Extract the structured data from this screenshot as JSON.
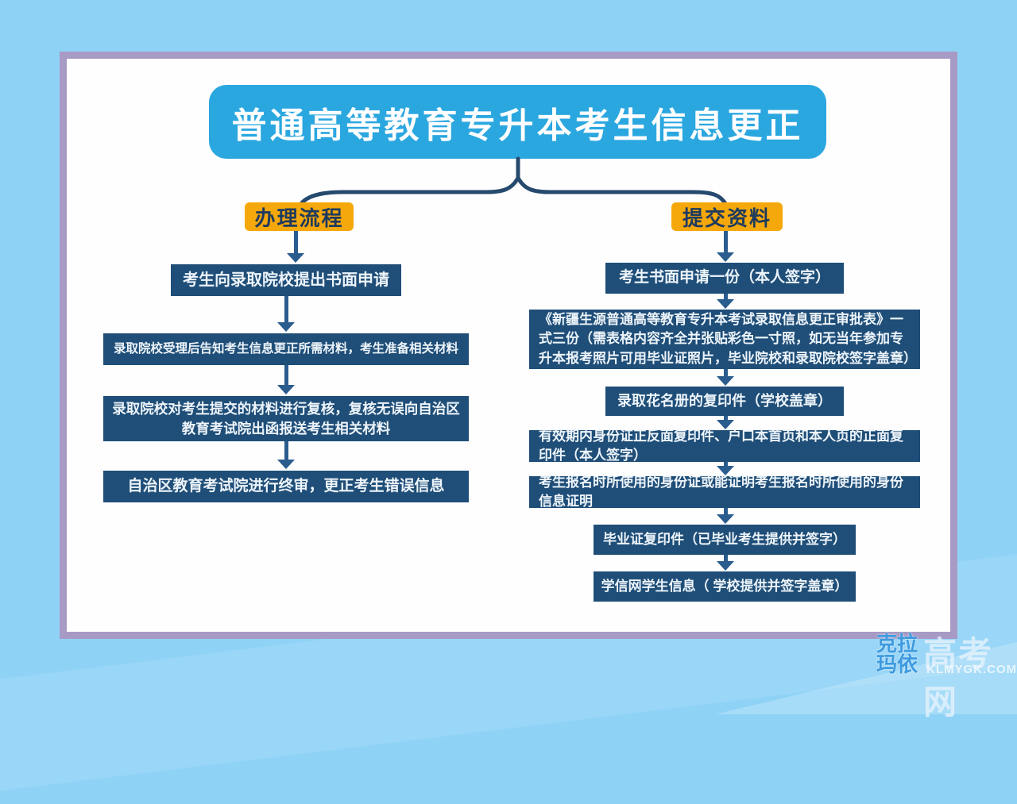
{
  "title": "普通高等教育专升本考生信息更正",
  "branches": [
    {
      "label": "办理流程",
      "steps": [
        "考生向录取院校提出书面申请",
        "录取院校受理后告知考生信息更正所需材料，考生准备相关材料",
        "录取院校对考生提交的材料进行复核，复核无误向自治区教育考试院出函报送考生相关材料",
        "自治区教育考试院进行终审，更正考生错误信息"
      ]
    },
    {
      "label": "提交资料",
      "steps": [
        "考生书面申请一份（本人签字）",
        "《新疆生源普通高等教育专升本考试录取信息更正审批表》一式三份（需表格内容齐全并张贴彩色一寸照，如无当年参加专升本报考照片可用毕业证照片，毕业院校和录取院校签字盖章）",
        "录取花名册的复印件（学校盖章）",
        "有效期内身份证正反面复印件、户口本首页和本人页的正面复印件（本人签字）",
        "考生报名时所使用的身份证或能证明考生报名时所使用的身份信息证明",
        "毕业证复印件（已毕业考生提供并签字）",
        "学信网学生信息（ 学校提供并签字盖章）"
      ]
    }
  ],
  "watermark": {
    "site_name": "克拉玛依",
    "site_suffix": "高考网",
    "domain": "KLMYGK.COM"
  },
  "colors": {
    "background": "#8ED2F6",
    "card_border": "#A79BC5",
    "title_bg": "#2BA7E0",
    "branch_label_bg": "#F5A80B",
    "branch_label_text": "#1E3A5E",
    "step_box_bg": "#1F4E78",
    "step_box_text": "#EDF4FA",
    "arrow": "#2A5C8E"
  }
}
